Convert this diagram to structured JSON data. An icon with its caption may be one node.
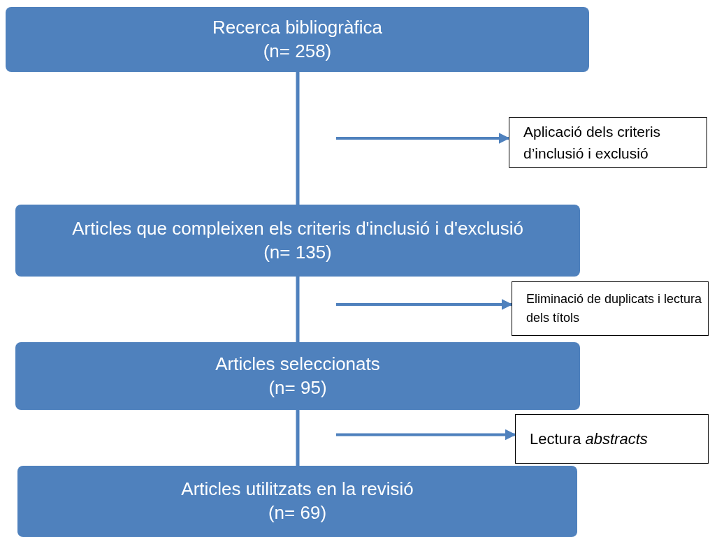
{
  "diagram": {
    "nodes": [
      {
        "text": [
          "Recerca bibliogràfica",
          "(n= 258)"
        ]
      },
      {
        "text": [
          "Aplicació dels criteris d’inclusió i exclusió"
        ]
      },
      {
        "text": [
          "Articles que compleixen els criteris d'inclusió i d'exclusió",
          "(n= 135)"
        ]
      },
      {
        "text": [
          "Eliminació de duplicats i lectura dels títols"
        ]
      },
      {
        "text": [
          "Articles seleccionats",
          "(n= 95)"
        ]
      },
      {
        "text": [
          "Lectura *abstracts*"
        ]
      },
      {
        "text": [
          "Articles utilitzats en la revisió",
          "(n= 69)"
        ]
      }
    ],
    "edges": [
      {
        "from": 0,
        "to": 2,
        "arrow": "none"
      },
      {
        "from": null,
        "to": 1,
        "arrow": "to"
      },
      {
        "from": 2,
        "to": 4,
        "arrow": "none"
      },
      {
        "from": null,
        "to": 3,
        "arrow": "to"
      },
      {
        "from": 4,
        "to": 6,
        "arrow": "none"
      },
      {
        "from": null,
        "to": 5,
        "arrow": "to"
      }
    ]
  }
}
